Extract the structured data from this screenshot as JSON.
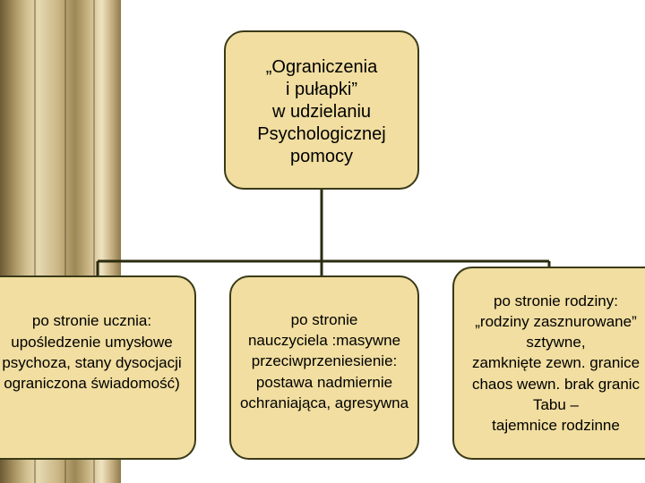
{
  "root": {
    "label": "„Ograniczenia\ni pułapki”\nw udzielaniu\nPsychologicznej\npomocy"
  },
  "branches": [
    {
      "label": "po stronie ucznia:\nupośledzenie umysłowe\npsychoza, stany dysocjacji\nograniczona świadomość)"
    },
    {
      "label": "po stronie\nnauczyciela :masywne\nprzeciwprzeniesienie:\npostawa nadmiernie\nochraniająca, agresywna"
    },
    {
      "label": "po stronie rodziny:\n„rodziny zasznurowane”\nsztywne,\nzamknięte zewn. granice\nchaos wewn. brak granic\nTabu –\ntajemnice rodzinne"
    }
  ],
  "colors": {
    "box_fill": "#f1dea0",
    "box_border": "#3a3a18",
    "connector": "#2b2b10"
  }
}
